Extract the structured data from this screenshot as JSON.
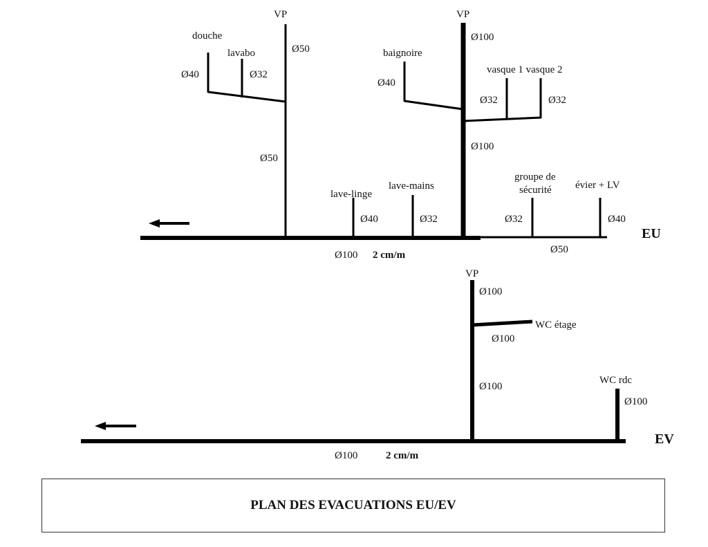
{
  "eu": {
    "network_label": "EU",
    "vp_left": "VP",
    "vp_right": "VP",
    "douche": "douche",
    "douche_d": "Ø40",
    "lavabo": "lavabo",
    "lavabo_d": "Ø32",
    "vp_left_top_d": "Ø50",
    "vp_left_low_d": "Ø50",
    "vp_right_top_d": "Ø100",
    "vp_right_low_d": "Ø100",
    "baignoire": "baignoire",
    "baignoire_d": "Ø40",
    "vasques": "vasque 1 vasque 2",
    "vasque1_d": "Ø32",
    "vasque2_d": "Ø32",
    "lave_linge": "lave-linge",
    "lave_linge_d": "Ø40",
    "lave_mains": "lave-mains",
    "lave_mains_d": "Ø32",
    "groupe_line1": "groupe de",
    "groupe_line2": "sécurité",
    "groupe_d": "Ø32",
    "evier": "évier + LV",
    "evier_d": "Ø40",
    "main_d": "Ø100",
    "slope": "2 cm/m",
    "right_d": "Ø50"
  },
  "ev": {
    "network_label": "EV",
    "vp": "VP",
    "vp_top_d": "Ø100",
    "wc_etage": "WC étage",
    "wc_etage_d": "Ø100",
    "vp_low_d": "Ø100",
    "wc_rdc": "WC rdc",
    "wc_rdc_d": "Ø100",
    "main_d": "Ø100",
    "slope": "2 cm/m"
  },
  "title": "PLAN DES EVACUATIONS EU/EV"
}
